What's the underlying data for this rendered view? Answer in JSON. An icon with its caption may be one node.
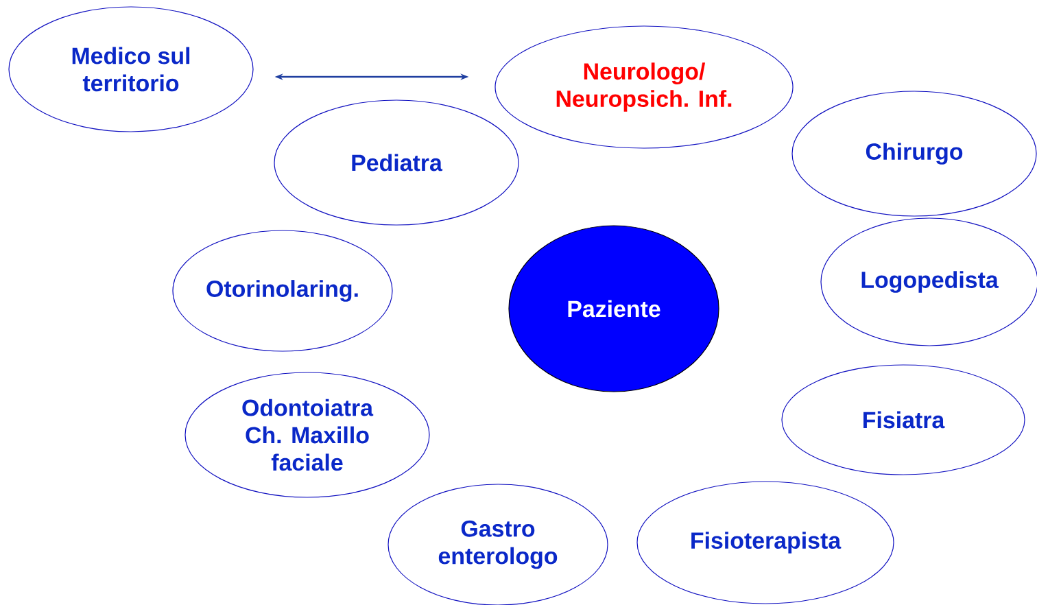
{
  "diagram": {
    "nodes": [
      {
        "text": [
          "Medico sul territorio"
        ]
      },
      {
        "text": [
          "Neurologo/ Neuropsich. Inf."
        ]
      },
      {
        "text": [
          "Pediatra"
        ]
      },
      {
        "text": [
          "Chirurgo"
        ]
      },
      {
        "text": [
          "Otorinolaring."
        ]
      },
      {
        "text": [
          "Paziente"
        ]
      },
      {
        "text": [
          "Logopedista"
        ]
      },
      {
        "text": [
          "Odontoiatra Ch. Maxillo faciale"
        ]
      },
      {
        "text": [
          "Fisiatra"
        ]
      },
      {
        "text": [
          "Gastro enterologo"
        ]
      },
      {
        "text": [
          "Fisioterapista"
        ]
      }
    ],
    "edges": [
      {
        "from": 0,
        "to": 1,
        "arrow": "both"
      }
    ]
  }
}
